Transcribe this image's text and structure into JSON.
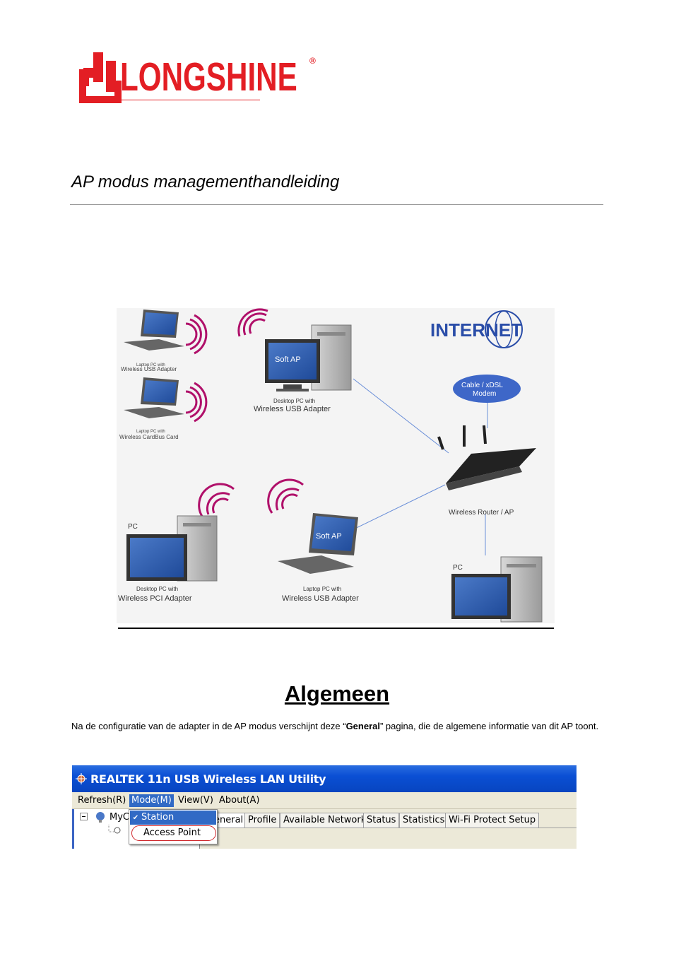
{
  "logo": {
    "text": "LONGSHINE",
    "registered": "®",
    "color": "#e31e24"
  },
  "document": {
    "title": "AP modus managementhandleiding",
    "section_heading": "Algemeen",
    "paragraph": {
      "before": "Na de configuratie van de adapter in de AP modus verschijnt deze “",
      "bold": "General",
      "after": "” pagina, die de algemene informatie van dit AP toont."
    }
  },
  "diagram": {
    "internet": "INTERNET",
    "modem": [
      "Cable / xDSL",
      "Modem"
    ],
    "soft_ap": "Soft AP",
    "router_label": "Wireless Router / AP",
    "pc": "PC",
    "laptop_usb_small": [
      "Laptop PC with",
      "Wireless USB Adapter"
    ],
    "laptop_cardbus_small": [
      "Laptop PC with",
      "Wireless CardBus Card"
    ],
    "desktop_usb": [
      "Desktop PC with",
      "Wireless USB Adapter"
    ],
    "desktop_pci": [
      "Desktop PC with",
      "Wireless PCI Adapter"
    ],
    "laptop_usb": [
      "Laptop PC with",
      "Wireless USB Adapter"
    ]
  },
  "app": {
    "title": "REALTEK 11n USB Wireless LAN Utility",
    "menu": [
      "Refresh(R)",
      "Mode(M)",
      "View(V)",
      "About(A)"
    ],
    "tree_item": "MyC",
    "tabs": [
      "eneral",
      "Profile",
      "Available Network",
      "Status",
      "Statistics",
      "Wi-Fi Protect Setup"
    ],
    "mode_options": [
      "Station",
      "Access Point"
    ],
    "checkmark": "✔"
  }
}
